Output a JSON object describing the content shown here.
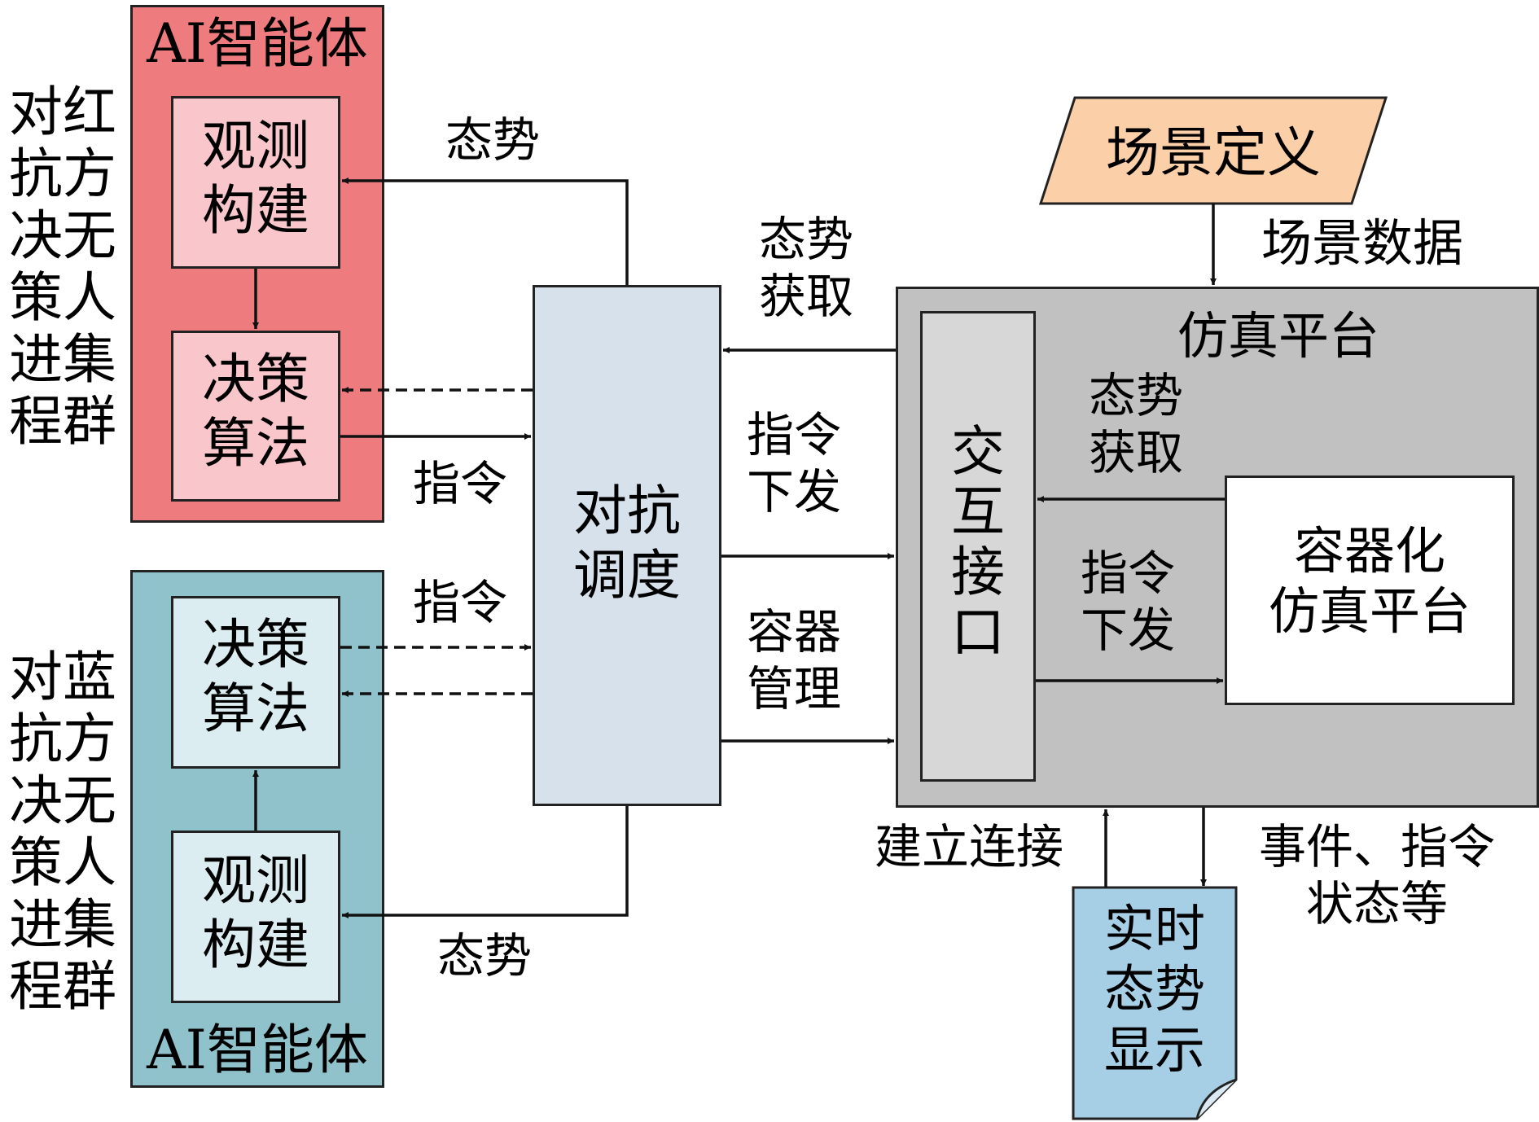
{
  "red_team": {
    "side_label": "对红\n抗方\n决无\n策人\n进集\n程群",
    "group_title": "AI智能体",
    "observe_label": "观测\n构建",
    "decision_label": "决策\n算法"
  },
  "blue_team": {
    "side_label": "对蓝\n抗方\n决无\n策人\n进集\n程群",
    "group_title": "AI智能体",
    "observe_label": "观测\n构建",
    "decision_label": "决策\n算法"
  },
  "adversarial_scheduler": {
    "label": "对抗\n调度"
  },
  "scenario_definition": {
    "label": "场景定义"
  },
  "simulation_platform": {
    "title": "仿真平台",
    "interaction_interface": "交\n互\n接\n口",
    "containerized_platform": "容器化\n仿真平台"
  },
  "realtime_display": {
    "label": "实时\n态势\n显示"
  },
  "edge_labels": {
    "red_situation": "态势",
    "red_command": "指令",
    "blue_command": "指令",
    "blue_situation": "态势",
    "situation_acquire_top": "态势\n获取",
    "command_issue": "指令\n下发",
    "container_manage": "容器\n管理",
    "scenario_data": "场景数据",
    "situation_acquire_inner": "态势\n获取",
    "command_issue_inner": "指令\n下发",
    "establish_connection": "建立连接",
    "events_commands_status": "事件、指令\n状态等"
  },
  "colors": {
    "red_group": "#ee7b7d",
    "red_inner": "#f8c6cb",
    "blue_group": "#8fc2ca",
    "blue_inner": "#dcedf1",
    "scheduler": "#d7e1ec",
    "scenario": "#fbcfa8",
    "sim_platform": "#c1c1c1",
    "interface": "#d7d7d7",
    "display": "#a6cfe6"
  }
}
